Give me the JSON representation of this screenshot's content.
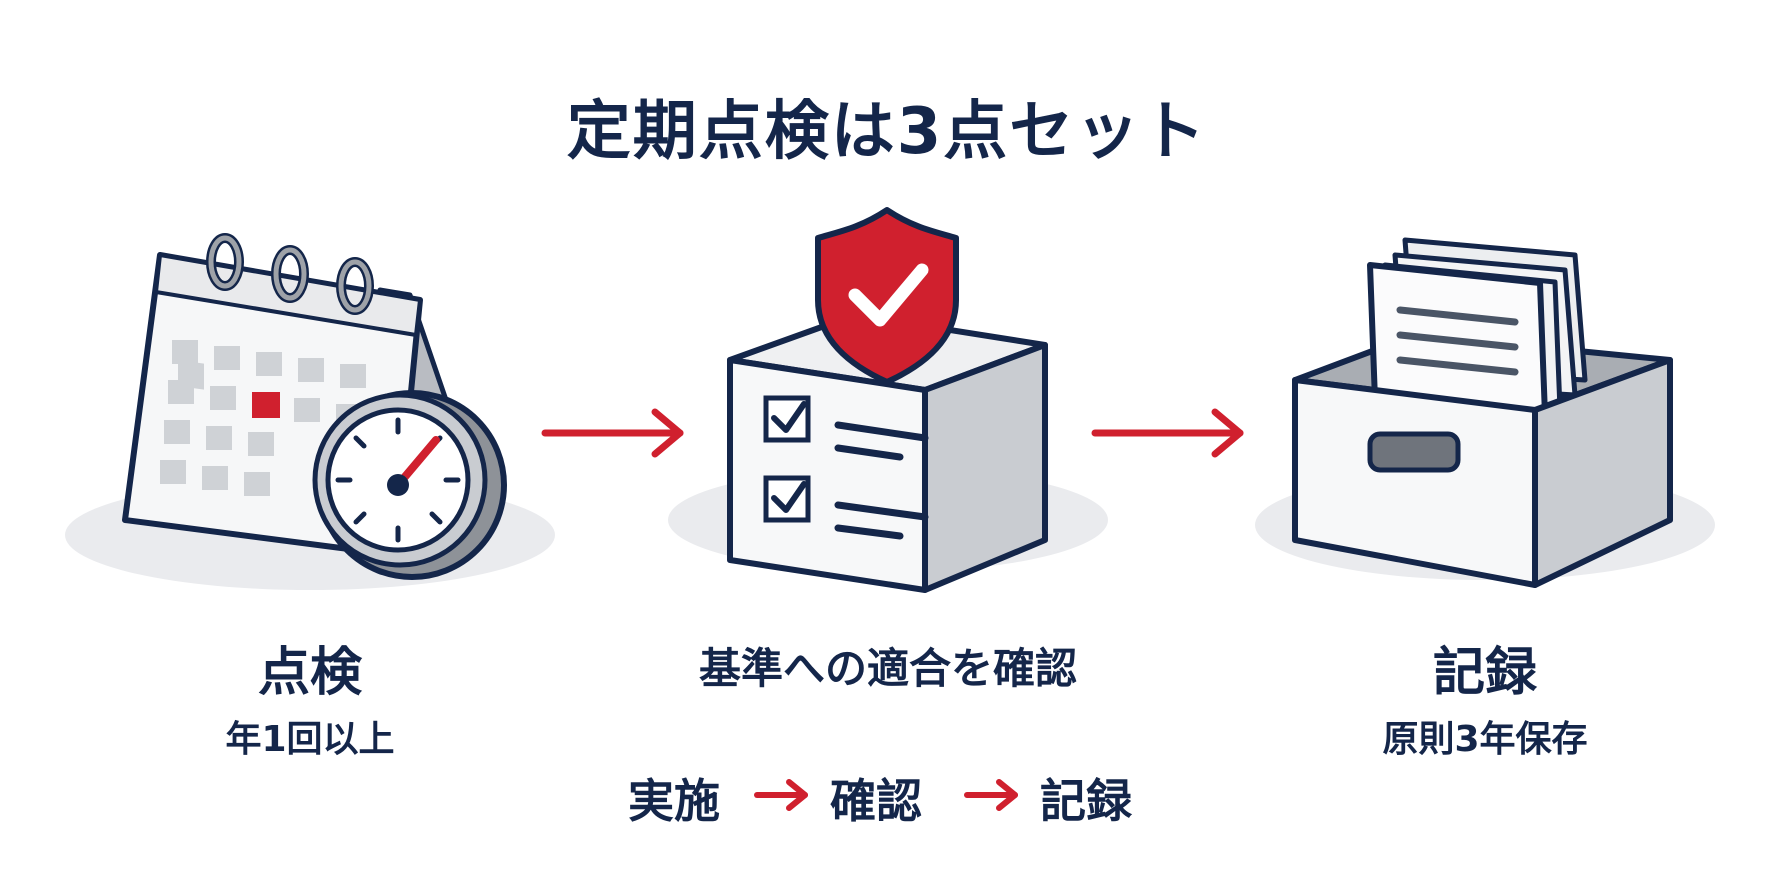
{
  "title": "定期点検は3点セット",
  "steps": [
    {
      "label": "点検",
      "sub": "年1回以上",
      "icon": "calendar-clock-icon"
    },
    {
      "label": "基準への適合を確認",
      "icon": "shield-checklist-box-icon"
    },
    {
      "label": "記録",
      "sub": "原則3年保存",
      "icon": "file-box-icon"
    }
  ],
  "flow": [
    "実施",
    "確認",
    "記録"
  ],
  "colors": {
    "navy": "#14264a",
    "red": "#d0202e",
    "gray": "#cfd2d6"
  }
}
